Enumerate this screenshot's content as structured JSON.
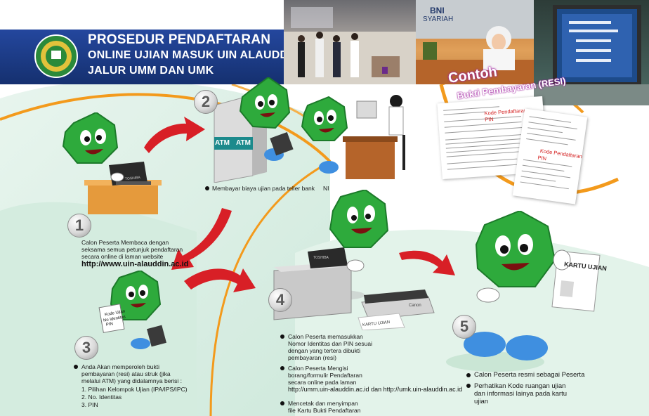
{
  "banner": {
    "line1": "PROSEDUR PENDAFTARAN",
    "line2": "ONLINE UJIAN MASUK  UIN ALAUDDIN",
    "line3": "JALUR UMM DAN UMK"
  },
  "photos": {
    "bank_sign": "BNI",
    "bank_sign2": "SYARIAH"
  },
  "contoh": {
    "title": "Contoh",
    "subtitle": "Bukti  Pembayaran (RESI)",
    "kode1": "Kode Pendaftaran",
    "pin1": "PIN",
    "kode2": "Kode Pendaftaran",
    "pin2": "PIN"
  },
  "step1": {
    "number": "1",
    "text": "Calon Peserta Membaca dengan seksama semua petunjuk pendaftaran secara online di laman website",
    "url": "http://www.uin-alauddin.ac.id"
  },
  "step2": {
    "number": "2",
    "atm1": "ATM",
    "atm2": "ATM",
    "text": "Membayar biaya ujian pada teller bank",
    "stray": "NI"
  },
  "step3": {
    "number": "3",
    "card_line1": "Kode Ujian",
    "card_line2": "No Identitas",
    "card_line3": "PIN",
    "intro": "Anda Akan memperoleh bukti pembayaran (resi) atau struk (jika melalui ATM) yang didalamnya berisi :",
    "items": [
      "1. Pilihan Kelompok Ujian (IPA/IPS/IPC)",
      "2. No. Identitas",
      "3. PIN"
    ]
  },
  "step4": {
    "number": "4",
    "laptop_brand": "TOSHIBA",
    "printer_brand": "Canon",
    "paper_label": "KARTU UJIAN",
    "b1": "Calon Peserta memasukkan Nomor Identitas dan PIN sesuai dengan yang tertera dibukti pembayaran (resi)",
    "b2_pre": "Calon Peserta Mengisi borang/formulir Pendaftaran secara online pada laman",
    "b2_url": "http://umm.uin-alauddin.ac.id dan http://umk.uin-alauddin.ac.id",
    "b3": "Mencetak dan menyimpan file Kartu Bukti Pendaftaran"
  },
  "step5": {
    "number": "5",
    "card_title": "KARTU UJIAN",
    "b1": "Calon Peserta resmi sebagai Peserta",
    "b2": "Perhatikan Kode ruangan ujian dan informasi lainya pada kartu ujian"
  },
  "laptop1_brand": "TOSHIBA",
  "colors": {
    "banner_blue": "#1d3d8f",
    "arc_orange": "#f39a1c",
    "arrow_red": "#d81f26",
    "mascot_green": "#2eaa3c",
    "mint": "#dcefe6",
    "desk": "#e59a3c"
  }
}
